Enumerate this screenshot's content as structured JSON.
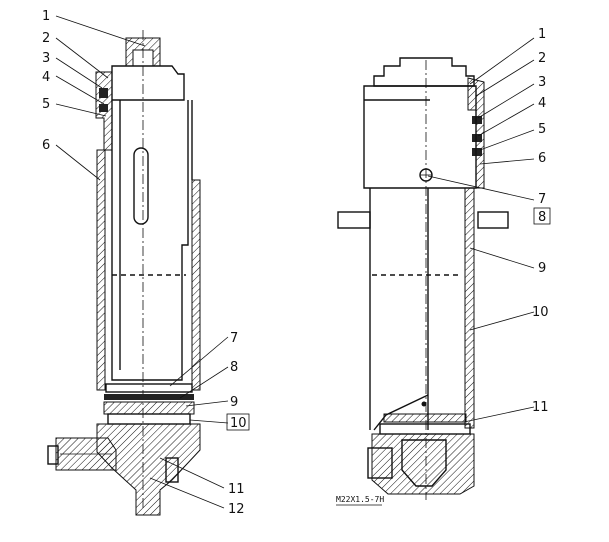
{
  "left_view": {
    "callouts": [
      "1",
      "2",
      "3",
      "4",
      "5",
      "6",
      "7",
      "8",
      "9",
      "10",
      "11",
      "12"
    ],
    "boxed": [
      "10"
    ]
  },
  "right_view": {
    "callouts": [
      "1",
      "2",
      "3",
      "4",
      "5",
      "6",
      "7",
      "8",
      "9",
      "10",
      "11"
    ],
    "boxed": [
      "8"
    ],
    "thread_spec": "M22X1.5-7H"
  }
}
